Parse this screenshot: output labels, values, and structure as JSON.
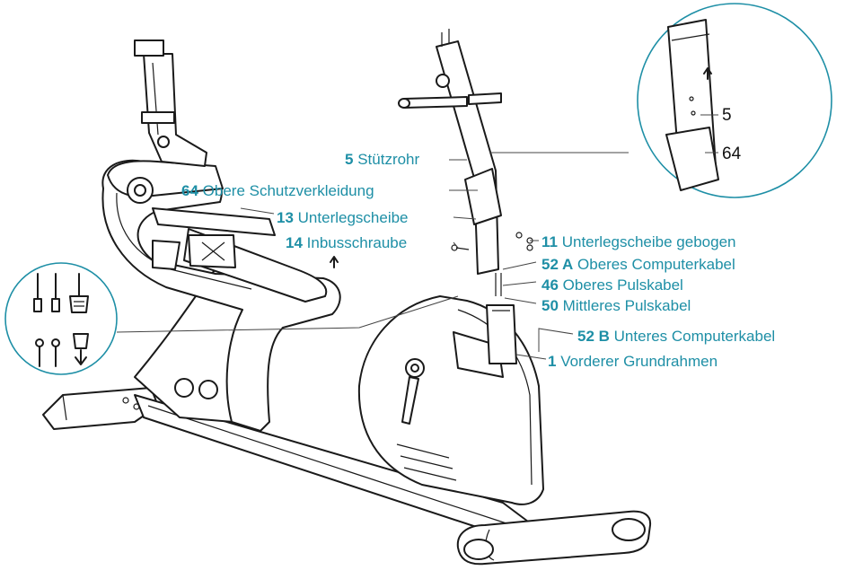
{
  "labels": [
    {
      "num": "5",
      "text": "Stützrohr"
    },
    {
      "num": "64",
      "text": "Obere Schutzverkleidung"
    },
    {
      "num": "13",
      "text": "Unterlegscheibe"
    },
    {
      "num": "14",
      "text": "Inbusschraube"
    },
    {
      "num": "11",
      "text": "Unterlegscheibe gebogen"
    },
    {
      "num": "52 A",
      "text": "Oberes Computerkabel"
    },
    {
      "num": "46",
      "text": "Oberes Pulskabel"
    },
    {
      "num": "50",
      "text": "Mittleres Pulskabel"
    },
    {
      "num": "52 B",
      "text": "Unteres Computerkabel"
    },
    {
      "num": "1",
      "text": "Vorderer Grundrahmen"
    }
  ],
  "detail_zoom": {
    "labels": [
      "5",
      "64"
    ]
  },
  "colors": {
    "accent": "#1e8fa6",
    "ink": "#1a1a1a"
  }
}
